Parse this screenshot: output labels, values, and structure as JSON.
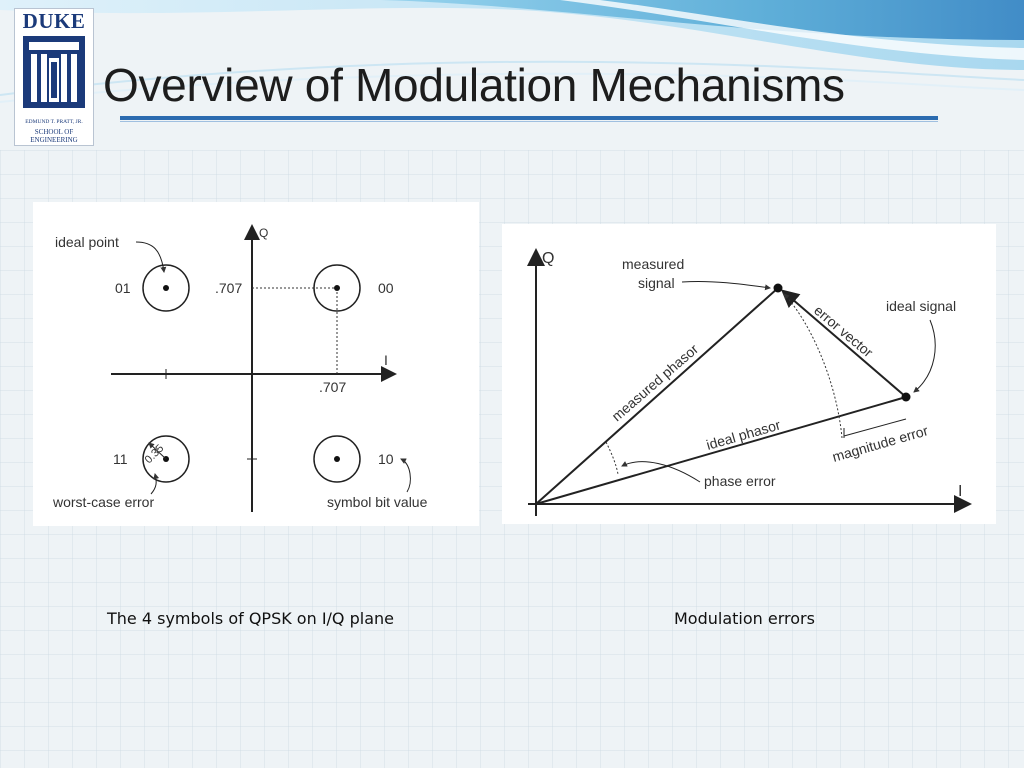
{
  "slide": {
    "title": "Overview of Modulation Mechanisms",
    "logo": {
      "name": "DUKE",
      "subtitle": "EDMUND T. PRATT, JR.",
      "school_line1": "SCHOOL OF",
      "school_line2": "ENGINEERING"
    },
    "colors": {
      "title_rule": "#2b6bb0",
      "swoosh": "#5fb3d8",
      "logo_blue": "#1b3a7a"
    }
  },
  "qpsk_diagram": {
    "caption": "The  4 symbols of QPSK on I/Q plane",
    "axis_q": "Q",
    "axis_i": "I",
    "tick_q": ".707",
    "tick_i": ".707",
    "symbols": [
      {
        "bits": "01"
      },
      {
        "bits": "00"
      },
      {
        "bits": "11"
      },
      {
        "bits": "10"
      }
    ],
    "radius_label": "0.35",
    "labels": {
      "ideal_point": "ideal point",
      "worst_case_error": "worst-case error",
      "symbol_bit_value": "symbol bit value"
    }
  },
  "error_diagram": {
    "caption": "Modulation errors",
    "axis_q": "Q",
    "axis_i": "I",
    "labels": {
      "measured_signal_1": "measured",
      "measured_signal_2": "signal",
      "ideal_signal": "ideal signal",
      "error_vector": "error vector",
      "measured_phasor": "measured phasor",
      "ideal_phasor": "ideal phasor",
      "magnitude_error": "magnitude error",
      "phase_error": "phase error"
    }
  }
}
